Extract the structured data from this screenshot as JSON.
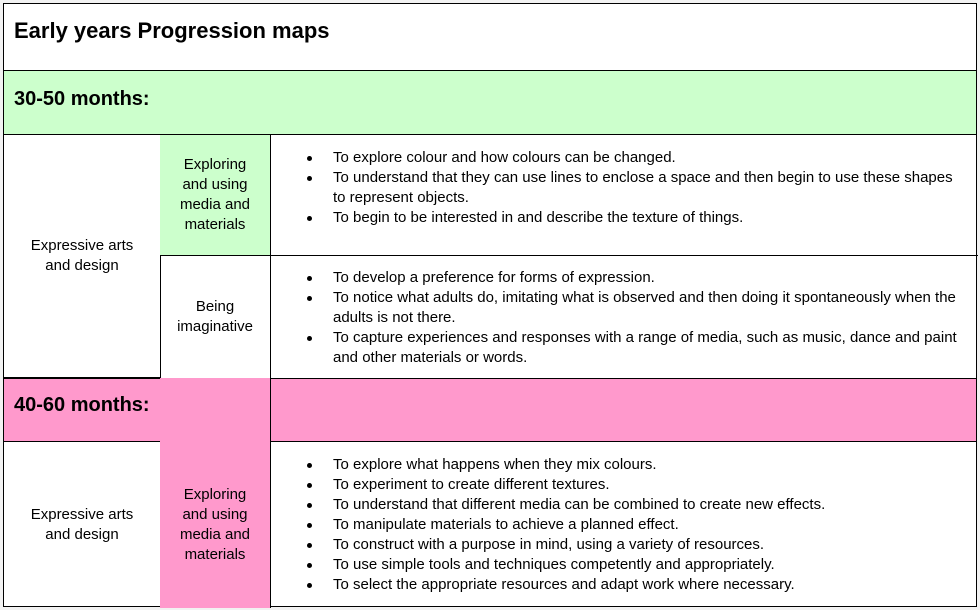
{
  "title": "Early years Progression maps",
  "sections": [
    {
      "heading": "30-50 months:",
      "area": "Expressive arts and design",
      "strands": [
        {
          "name": "Exploring and using media and materials",
          "items": [
            "To explore colour and how colours can be changed.",
            "To understand that they can use lines to enclose a space and then begin to use these shapes to represent objects.",
            "To begin to be interested in and describe the texture of things."
          ]
        },
        {
          "name": "Being imaginative",
          "items": [
            "To develop a preference for forms of expression.",
            "To notice what adults do, imitating what is observed and then doing it spontaneously when the adults is not there.",
            "To capture experiences and responses with a range of media, such as music, dance and paint and other materials or words."
          ]
        }
      ]
    },
    {
      "heading": "40-60 months:",
      "area": "Expressive arts and design",
      "strands": [
        {
          "name": "Exploring and using media and materials",
          "items": [
            "To explore what happens when they mix colours.",
            "To experiment to create different textures.",
            "To understand that different media can be combined to create new effects.",
            "To manipulate materials to achieve a planned effect.",
            "To construct with a purpose in mind, using a variety of resources.",
            "To use simple tools and techniques competently and appropriately.",
            "To select the appropriate resources and adapt work where necessary."
          ]
        }
      ]
    }
  ],
  "colors": {
    "section1_band": "#ccffcc",
    "section2_band": "#ff99cc"
  }
}
